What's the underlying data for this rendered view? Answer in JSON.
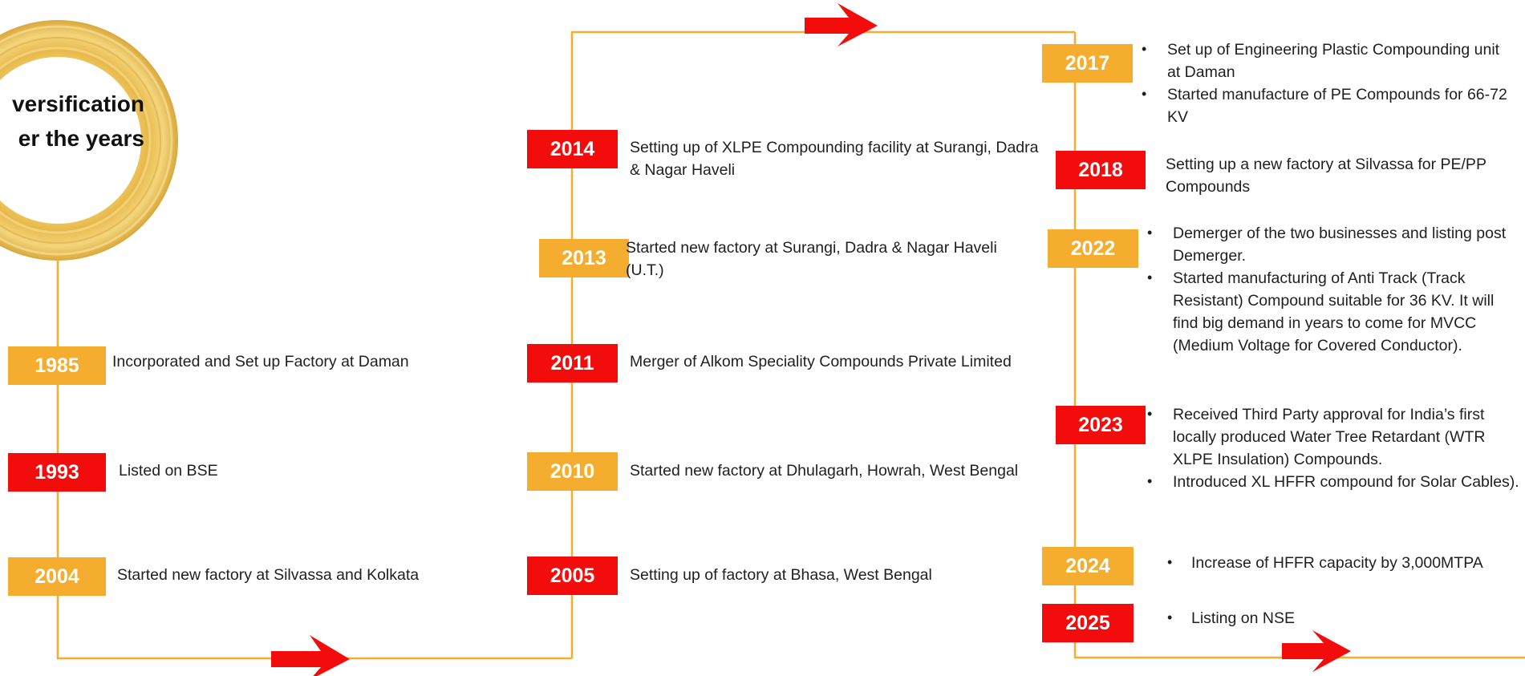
{
  "header": {
    "title_line1": "versification",
    "title_line2": "er the years"
  },
  "colors": {
    "orange": "#f5ad2f",
    "red": "#f20c0c",
    "line": "#f5ad2f",
    "arrow": "#f20c0c"
  },
  "column1": [
    {
      "year": "1985",
      "color": "orange",
      "text": "Incorporated and Set up Factory at Daman"
    },
    {
      "year": "1993",
      "color": "red",
      "text": "Listed on BSE"
    },
    {
      "year": "2004",
      "color": "orange",
      "text": "Started new factory at Silvassa and Kolkata"
    }
  ],
  "column2": [
    {
      "year": "2014",
      "color": "red",
      "text": "Setting up of XLPE Compounding facility at Surangi, Dadra & Nagar Haveli"
    },
    {
      "year": "2013",
      "color": "orange",
      "text": "Started new   factory at Surangi, Dadra & Nagar Haveli (U.T.)"
    },
    {
      "year": "2011",
      "color": "red",
      "text": "Merger of Alkom Speciality Compounds Private Limited"
    },
    {
      "year": "2010",
      "color": "orange",
      "text": "Started new factory at Dhulagarh, Howrah, West Bengal"
    },
    {
      "year": "2005",
      "color": "red",
      "text": "Setting up of factory at Bhasa, West Bengal"
    }
  ],
  "column3": [
    {
      "year": "2017",
      "color": "orange",
      "bullets": [
        "Set up of Engineering Plastic Compounding unit at Daman",
        "Started manufacture of PE Compounds for 66-72 KV"
      ]
    },
    {
      "year": "2018",
      "color": "red",
      "text": "Setting up a new factory at Silvassa for PE/PP Compounds"
    },
    {
      "year": "2022",
      "color": "orange",
      "bullets": [
        "Demerger of the two businesses and listing post Demerger.",
        "Started manufacturing of Anti Track (Track Resistant) Compound suitable for 36 KV. It will find big demand in years to come for MVCC (Medium Voltage for Covered Conductor)."
      ]
    },
    {
      "year": "2023",
      "color": "red",
      "bullets": [
        "Received Third Party approval for India’s first locally produced  Water Tree Retardant (WTR XLPE Insulation) Compounds.",
        "Introduced XL HFFR compound for Solar Cables)."
      ]
    },
    {
      "year": "2024",
      "color": "orange",
      "bullets": [
        "Increase of HFFR capacity by 3,000MTPA"
      ]
    },
    {
      "year": "2025",
      "color": "red",
      "bullets": [
        "Listing on NSE"
      ]
    }
  ]
}
